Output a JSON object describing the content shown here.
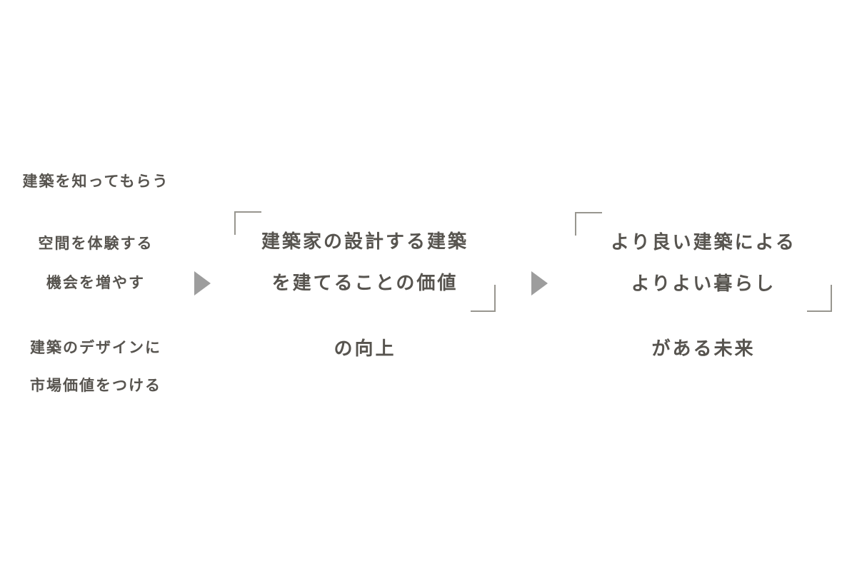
{
  "colors": {
    "text": "#57544f",
    "arrow": "#9d9d9d",
    "bracket": "#98968f",
    "background": "#ffffff"
  },
  "left_column": {
    "goals": [
      {
        "lines": [
          "建築を知ってもらう"
        ]
      },
      {
        "lines": [
          "空間を体験する",
          "機会を増やす"
        ]
      },
      {
        "lines": [
          "建築のデザインに",
          "市場価値をつける"
        ]
      }
    ]
  },
  "icons": {
    "flow_arrow": "triangle-right",
    "quote_open": "corner-bracket-open",
    "quote_close": "corner-bracket-close"
  },
  "middle_block": {
    "quote_line1": "建築家の設計する建築",
    "quote_line2": "を建てることの価値",
    "suffix": "の向上"
  },
  "right_block": {
    "quote_line1": "より良い建築による",
    "quote_line2": "よりよい暮らし",
    "suffix": "がある未来"
  }
}
